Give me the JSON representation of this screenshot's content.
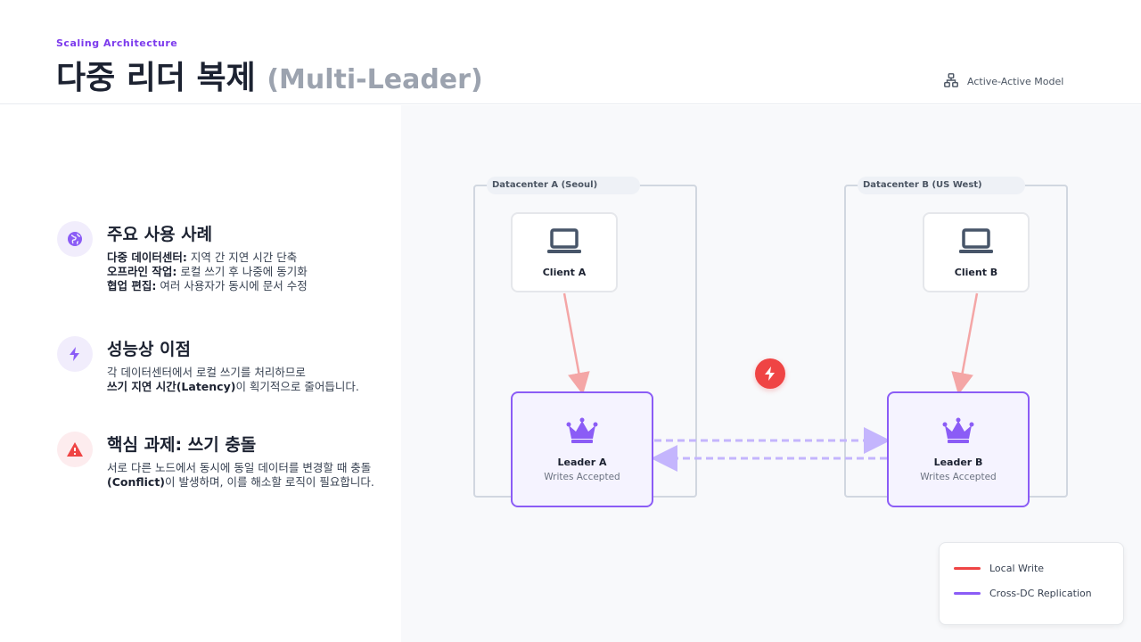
{
  "header": {
    "eyebrow": "Scaling Architecture",
    "title": "다중 리더 복제",
    "title_sub": "(Multi-Leader)",
    "badge": "Active-Active Model",
    "badge_icon": "network-icon"
  },
  "features": [
    {
      "icon": "globe-icon",
      "title": "주요 사용 사례",
      "lines": [
        {
          "label": "다중 데이터센터:",
          "text": "지역 간 지연 시간 단축"
        },
        {
          "label": "오프라인 작업:",
          "text": "로컬 쓰기 후 나중에 동기화"
        },
        {
          "label": "협업 편집:",
          "text": "여러 사용자가 동시에 문서 수정"
        }
      ]
    },
    {
      "icon": "bolt-icon",
      "title": "성능상 이점",
      "line1": "각 데이터센터에서 로컬 쓰기를 처리하므로",
      "line2_bold": "쓰기 지연 시간(Latency)",
      "line2_rest": "이 획기적으로 줄어듭니다."
    },
    {
      "icon": "warning-icon",
      "title": "핵심 과제: 쓰기 충돌",
      "line1": "서로 다른 노드에서 동시에 동일 데이터를 변경할 때 충돌",
      "line2_bold": "(Conflict)",
      "line2_rest": "이 발생하며, 이를 해소할 로직이 필요합니다."
    }
  ],
  "diagram": {
    "dc_a": "Datacenter A (Seoul)",
    "dc_b": "Datacenter B (US West)",
    "client_a": "Client A",
    "client_b": "Client B",
    "leader_a": "Leader A",
    "leader_b": "Leader B",
    "leader_sub": "Writes Accepted",
    "conflict_icon": "bolt-icon"
  },
  "legend": {
    "local_write": "Local Write",
    "replication": "Cross-DC Replication"
  },
  "colors": {
    "accent": "#8b5cf6",
    "local_write": "#ef4444",
    "replication": "#8b5cf6",
    "conflict": "#ef4444"
  }
}
